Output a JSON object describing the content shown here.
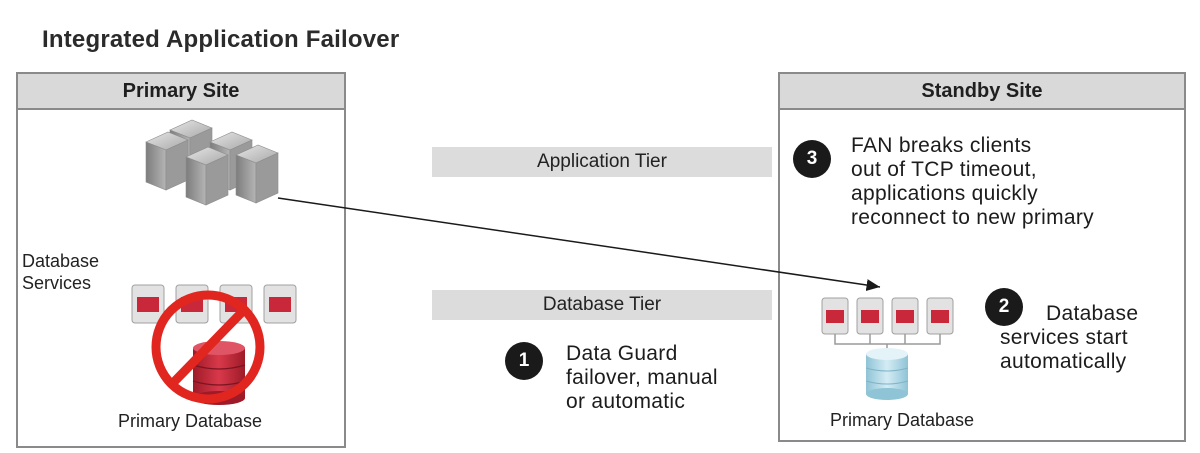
{
  "title": "Integrated Application Failover",
  "primary_site": {
    "header": "Primary Site",
    "services_label": "Database Services",
    "db_label": "Primary Database"
  },
  "standby_site": {
    "header": "Standby Site",
    "db_label": "Primary Database"
  },
  "tiers": {
    "application": "Application Tier",
    "database": "Database Tier"
  },
  "steps": [
    {
      "number": "1",
      "lines": [
        "Data Guard",
        "failover, manual",
        "or automatic"
      ]
    },
    {
      "number": "2",
      "lines": [
        "Database",
        "services start",
        "automatically"
      ]
    },
    {
      "number": "3",
      "lines": [
        "FAN breaks clients",
        "out of TCP timeout,",
        "applications quickly",
        "reconnect to new primary"
      ]
    }
  ],
  "colors": {
    "server_red": "#c8283a",
    "db_red": "#c8283a",
    "prohibit_red": "#e0261f",
    "standby_db_blue": "#a9d6e5",
    "step_circle": "#1a1a1a",
    "band_gray": "#dcdcdc"
  }
}
